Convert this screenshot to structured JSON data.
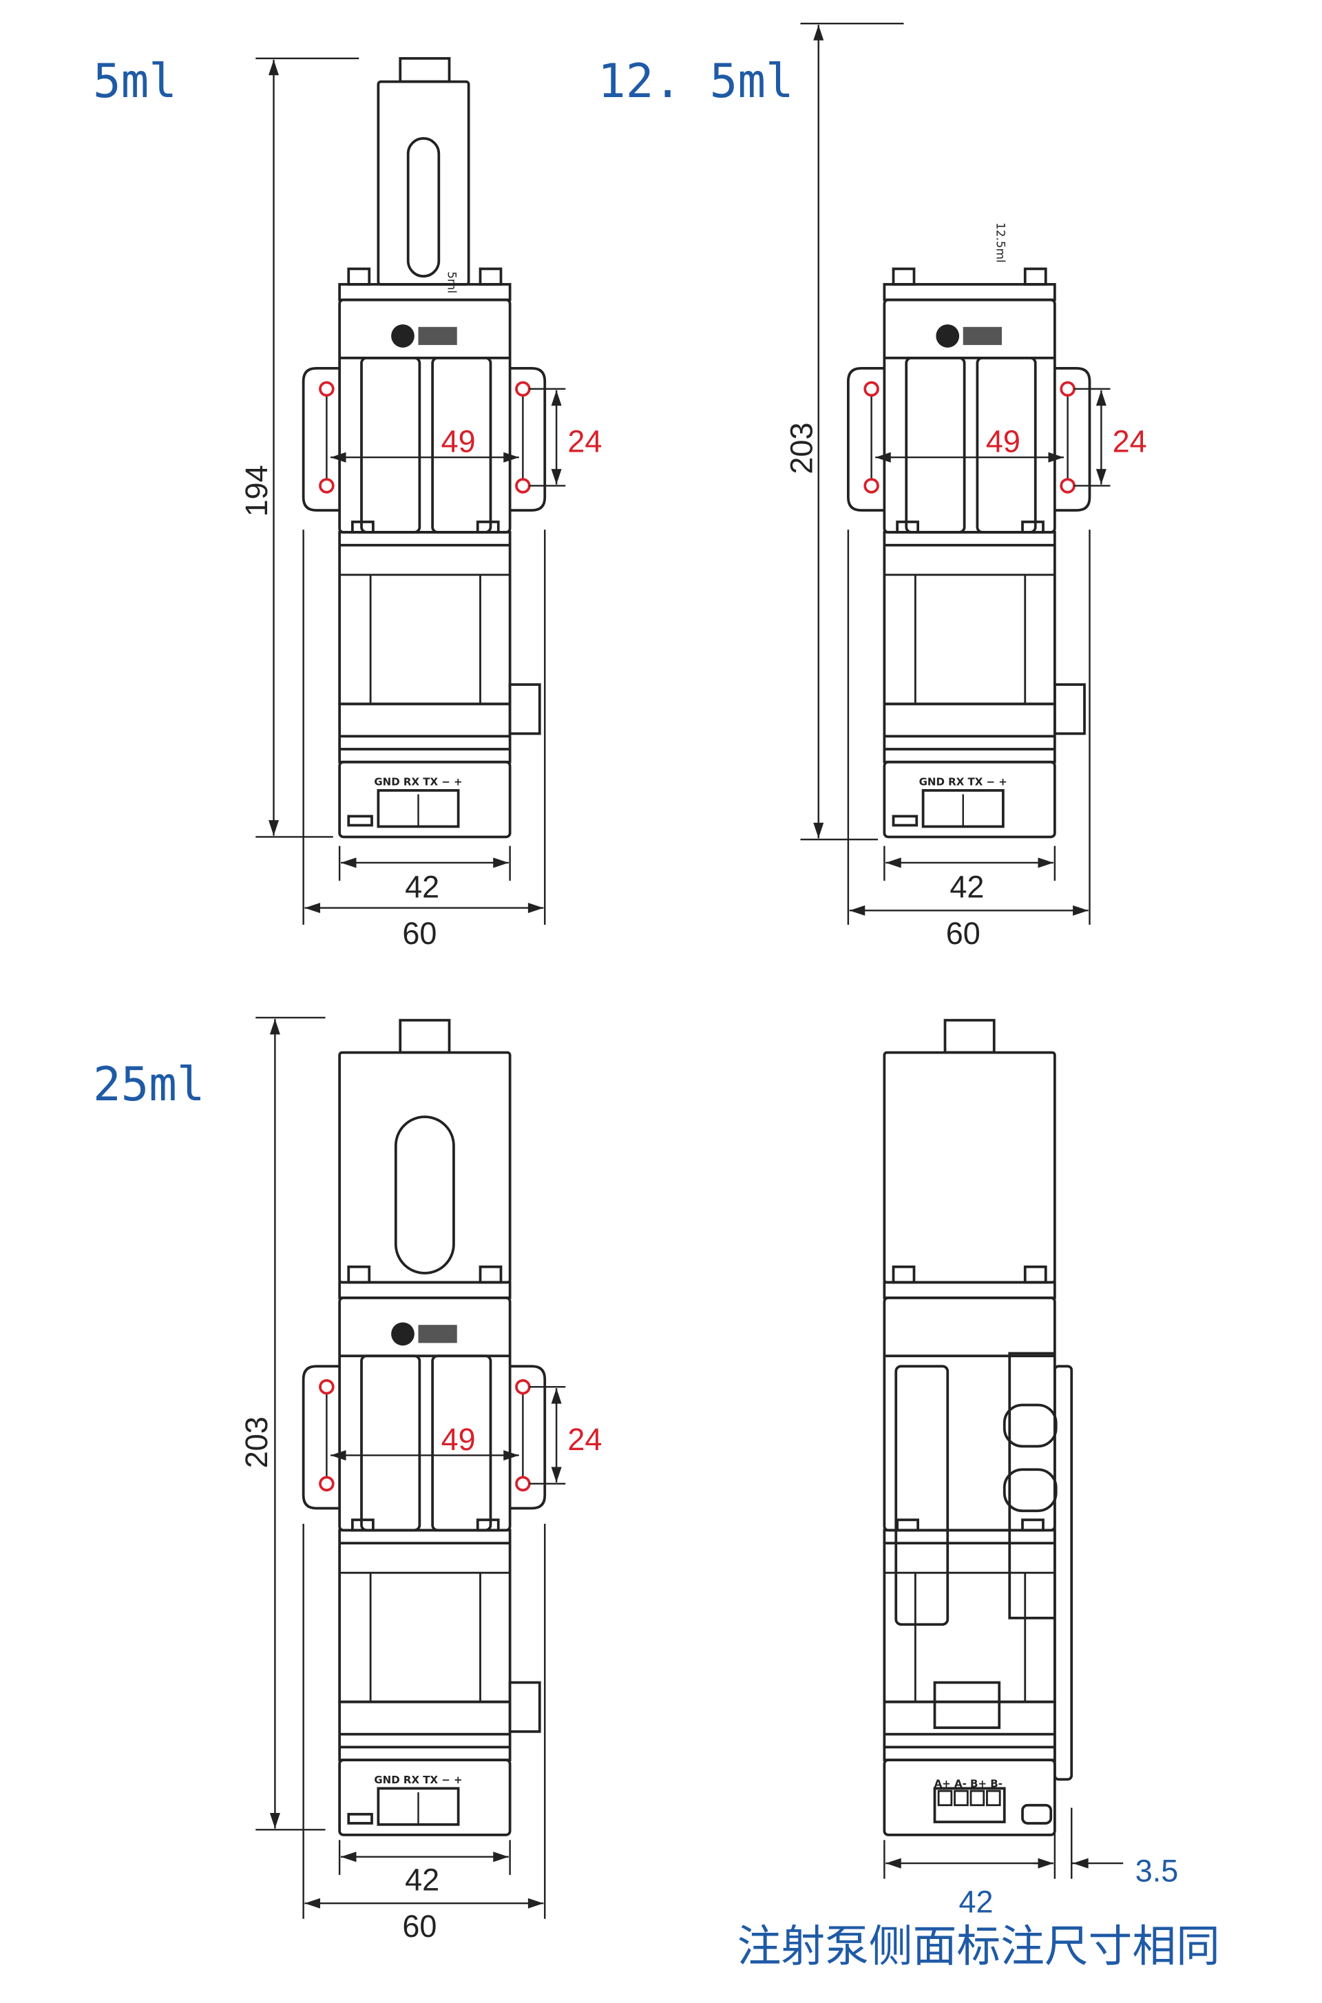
{
  "colors": {
    "title": "#1f5aa6",
    "hole_dimension": "#d8202a",
    "line": "#222222"
  },
  "pumps": [
    {
      "title": "5ml",
      "syringe_label": "5ml",
      "height_dim": "194",
      "hole_spacing_h": "49",
      "hole_spacing_v": "24",
      "body_width": "42",
      "bracket_width": "60",
      "connector_label": "GND RX TX − +"
    },
    {
      "title": "12. 5ml",
      "syringe_label": "12.5ml",
      "height_dim": "203",
      "hole_spacing_h": "49",
      "hole_spacing_v": "24",
      "body_width": "42",
      "bracket_width": "60",
      "connector_label": "GND RX TX − +"
    },
    {
      "title": "25ml",
      "height_dim": "203",
      "hole_spacing_h": "49",
      "hole_spacing_v": "24",
      "body_width": "42",
      "bracket_width": "60",
      "connector_label": "GND RX TX − +"
    }
  ],
  "side_view": {
    "body_width": "42",
    "plate_thickness": "3.5",
    "connector_label": "A+ A- B+ B-",
    "note": "注射泵侧面标注尺寸相同"
  }
}
